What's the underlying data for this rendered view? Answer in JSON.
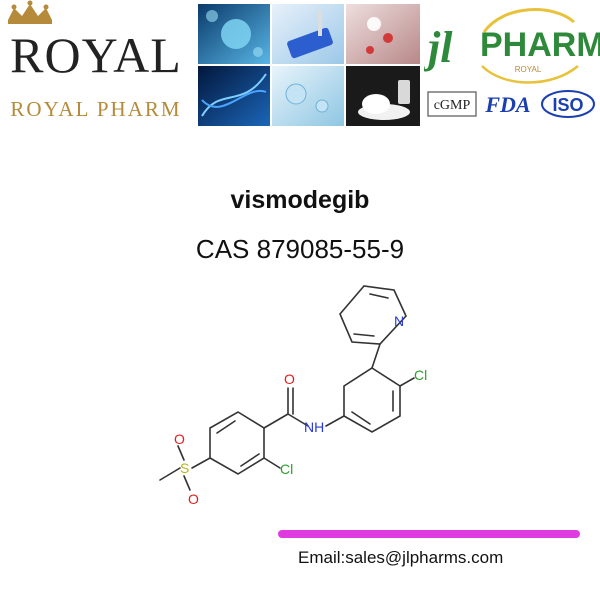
{
  "header": {
    "royal_logo": {
      "brand": "ROYAL",
      "tagline": "ROYAL PHARM",
      "icon": "crown-icon"
    },
    "jl_logo": {
      "brand_mark": "jl",
      "brand_name": "PHARM",
      "sub": "ROYAL"
    },
    "certifications": [
      "cGMP",
      "FDA",
      "ISO"
    ]
  },
  "product": {
    "name": "vismodegib",
    "cas": "CAS 879085-55-9"
  },
  "structure": {
    "atoms": {
      "oxygen": "O",
      "nitrogen": "N",
      "chlorine": "Cl",
      "amide": "NH",
      "sulfur": "S"
    }
  },
  "footer": {
    "email": "Email:sales@jlpharms.com"
  },
  "colors": {
    "gold": "#b58a3a",
    "green": "#2e8a3a",
    "magenta": "#e03be0",
    "red": "#e0201e",
    "blue": "#1b3fb0",
    "molecule_dark": "#333333",
    "molecule_o": "#e0201e",
    "molecule_n": "#2a3bdc",
    "molecule_cl": "#2ca02c",
    "molecule_s": "#b5b51c"
  }
}
